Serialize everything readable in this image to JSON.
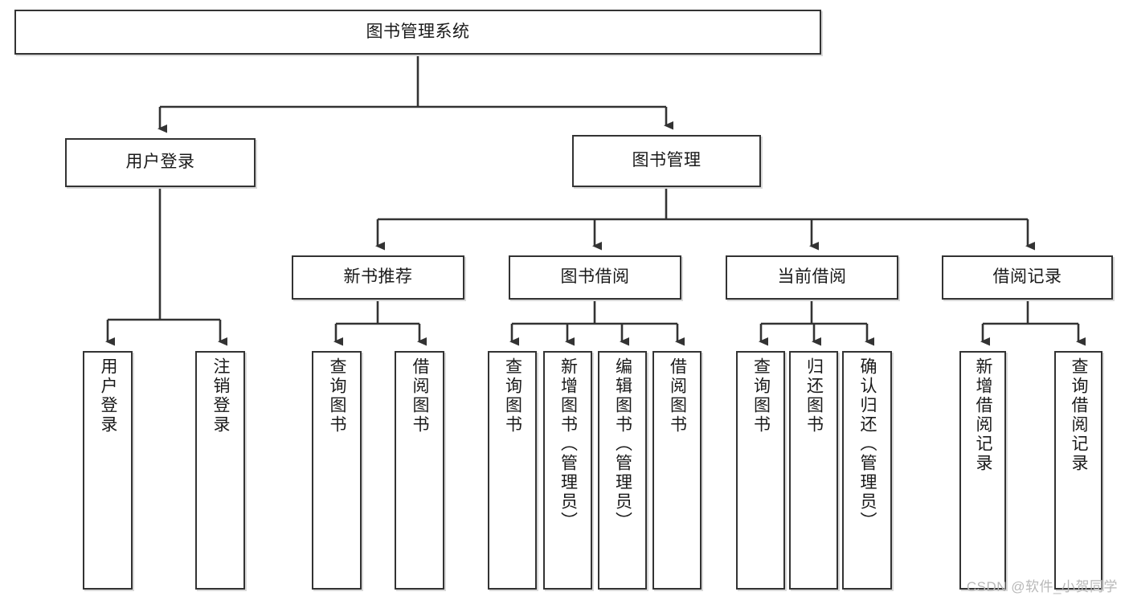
{
  "diagram": {
    "title": "图书管理系统",
    "type": "tree",
    "root": {
      "label": "图书管理系统"
    },
    "level1": [
      {
        "label": "用户登录"
      },
      {
        "label": "图书管理"
      }
    ],
    "level2": [
      {
        "label": "新书推荐"
      },
      {
        "label": "图书借阅"
      },
      {
        "label": "当前借阅"
      },
      {
        "label": "借阅记录"
      }
    ],
    "leaves": {
      "user_login": [
        {
          "label": "用户登录"
        },
        {
          "label": "注销登录"
        }
      ],
      "new_book_recommend": [
        {
          "label": "查询图书"
        },
        {
          "label": "借阅图书"
        }
      ],
      "book_borrow": [
        {
          "label": "查询图书"
        },
        {
          "label": "新增图书（管理员）"
        },
        {
          "label": "编辑图书（管理员）"
        },
        {
          "label": "借阅图书"
        }
      ],
      "current_borrow": [
        {
          "label": "查询图书"
        },
        {
          "label": "归还图书"
        },
        {
          "label": "确认归还（管理员）"
        }
      ],
      "borrow_record": [
        {
          "label": "新增借阅记录"
        },
        {
          "label": "查询借阅记录"
        }
      ]
    }
  },
  "watermark": {
    "text": "CSDN @软件_小贺同学"
  },
  "colors": {
    "border": "#333333",
    "shadow": "#d9d9d9",
    "background": "#ffffff",
    "text": "#1a1a1a",
    "watermark": "#b8b8b8"
  }
}
